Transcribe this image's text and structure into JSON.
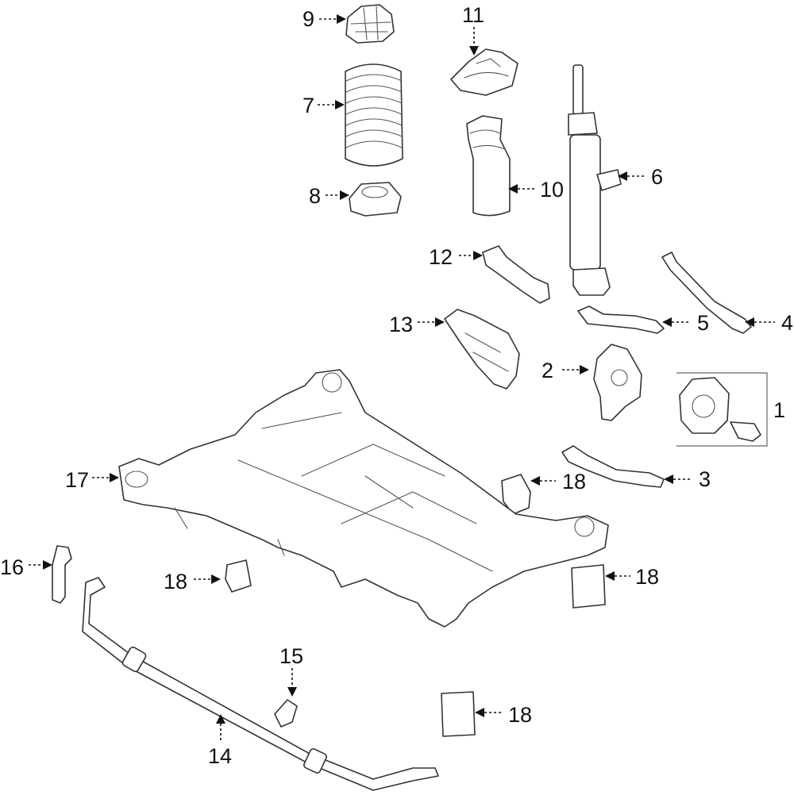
{
  "colors": {
    "line": "#333333",
    "label": "#111111",
    "background": "#ffffff"
  },
  "callouts": [
    {
      "id": "c1",
      "label": "1"
    },
    {
      "id": "c2",
      "label": "2"
    },
    {
      "id": "c3",
      "label": "3"
    },
    {
      "id": "c4",
      "label": "4"
    },
    {
      "id": "c5",
      "label": "5"
    },
    {
      "id": "c6",
      "label": "6"
    },
    {
      "id": "c7",
      "label": "7"
    },
    {
      "id": "c8",
      "label": "8"
    },
    {
      "id": "c9",
      "label": "9"
    },
    {
      "id": "c10",
      "label": "10"
    },
    {
      "id": "c11",
      "label": "11"
    },
    {
      "id": "c12",
      "label": "12"
    },
    {
      "id": "c13",
      "label": "13"
    },
    {
      "id": "c14",
      "label": "14"
    },
    {
      "id": "c15",
      "label": "15"
    },
    {
      "id": "c16",
      "label": "16"
    },
    {
      "id": "c17",
      "label": "17"
    },
    {
      "id": "c18a",
      "label": "18"
    },
    {
      "id": "c18b",
      "label": "18"
    },
    {
      "id": "c18c",
      "label": "18"
    },
    {
      "id": "c18d",
      "label": "18"
    }
  ]
}
